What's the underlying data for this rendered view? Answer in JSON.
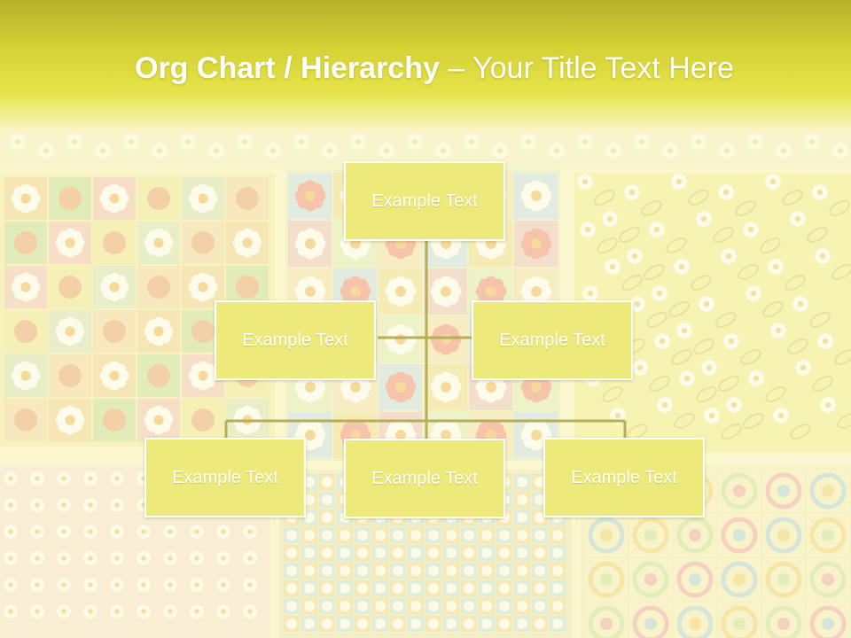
{
  "slide": {
    "title_strong": "Org Chart / Hierarchy",
    "title_light": " – Your Title Text Here"
  },
  "org_chart": {
    "root": "Example Text",
    "level1": [
      "Example Text",
      "Example Text"
    ],
    "level2": [
      "Example Text",
      "Example Text",
      "Example Text"
    ]
  },
  "colors": {
    "title_bar": "#d3d135",
    "node_fill": "#ede97a",
    "node_border": "#ffffff",
    "connector": "#b7ae5a"
  }
}
